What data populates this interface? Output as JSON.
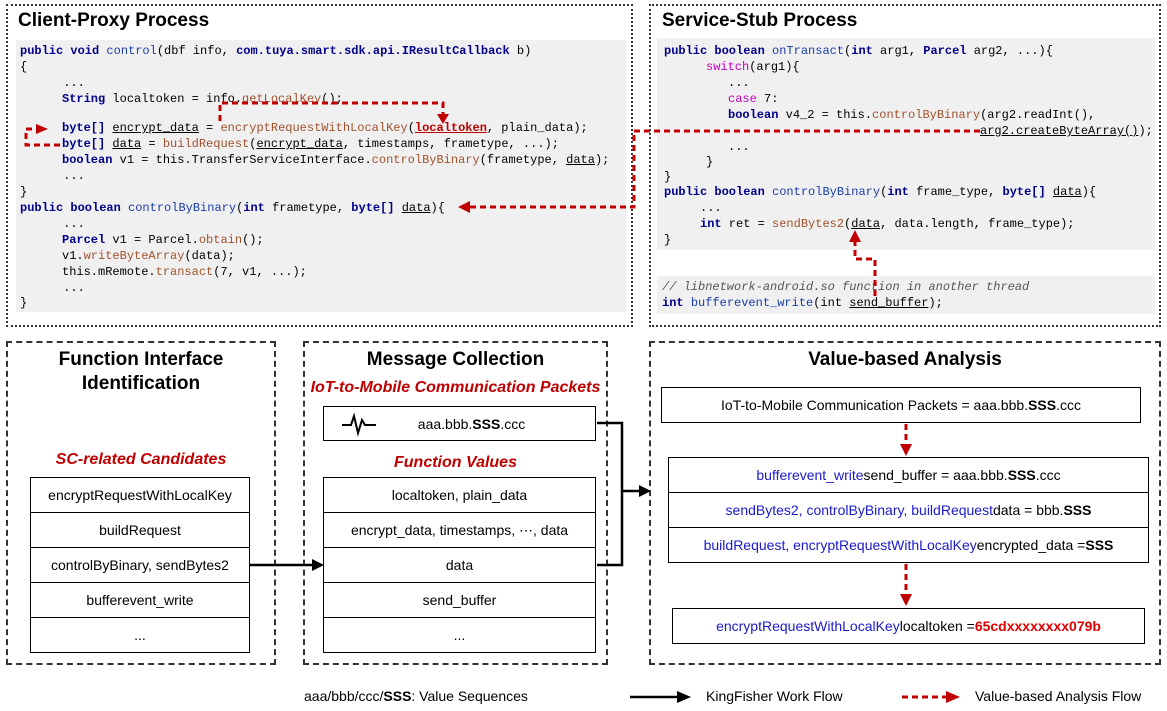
{
  "client_proxy": {
    "title": "Client-Proxy Process",
    "code": {
      "l1_kw1": "public void",
      "l1_fn": "control",
      "l1_a": "(dbf info, ",
      "l1_kw2": "com.tuya.smart.sdk.api.IResultCallback",
      "l1_b": " b)",
      "l2": "{",
      "l3": "      ...",
      "l4_kw": "String",
      "l4_a": " localtoken = info.",
      "l4_fn": "getLocalKey",
      "l4_b": "();",
      "l5_kw": "byte[]",
      "l5_sp": " ",
      "l5_u1": "encrypt_data",
      "l5_a": " = ",
      "l5_fn": "encryptRequestWithLocalKey",
      "l5_b": "(",
      "l5_u2": "localtoken",
      "l5_c": ", plain_data);",
      "l6_kw": "byte[]",
      "l6_sp": " ",
      "l6_u1": "data",
      "l6_a": " = ",
      "l6_fn": "buildRequest",
      "l6_b": "(",
      "l6_u2": "encrypt_data",
      "l6_c": ", timestamps, frametype, ...);",
      "l7_kw": "boolean",
      "l7_a": " v1 = this.TransferServiceInterface.",
      "l7_fn": "controlByBinary",
      "l7_b": "(frametype, ",
      "l7_u": "data",
      "l7_c": ");",
      "l8": "      ...",
      "l9": "}",
      "l10_kw": "public boolean",
      "l10_sp": " ",
      "l10_fn": "controlByBinary",
      "l10_a": "(",
      "l10_kw2": "int",
      "l10_b": " frametype, ",
      "l10_kw3": "byte[]",
      "l10_sp2": " ",
      "l10_u": "data",
      "l10_c": "){",
      "l11": "      ...",
      "l12_kw": "Parcel",
      "l12_a": " v1 = Parcel.",
      "l12_fn": "obtain",
      "l12_b": "();",
      "l13_a": "v1.",
      "l13_fn": "writeByteArray",
      "l13_b": "(data);",
      "l14_a": "this.mRemote.",
      "l14_fn": "transact",
      "l14_b": "(7, v1, ...);",
      "l15": "      ...",
      "l16": "}"
    }
  },
  "service_stub": {
    "title": "Service-Stub Process",
    "code": {
      "l1_kw": "public boolean",
      "l1_sp": " ",
      "l1_fn": "onTransact",
      "l1_a": "(",
      "l1_kw2": "int",
      "l1_b": " arg1, ",
      "l1_kw3": "Parcel",
      "l1_c": " arg2, ...){",
      "l2_cs": "switch",
      "l2_a": "(arg1){",
      "l3": "...",
      "l4_cs": "case",
      "l4_a": " 7:",
      "l5_kw": "boolean",
      "l5_a": " v4_2 = this.",
      "l5_fn": "controlByBinary",
      "l5_b": "(arg2.readInt(),",
      "l6_u": "arg2.createByteArray()",
      "l6_a": ");",
      "l7": "...",
      "l8": "}",
      "l9": "}",
      "l10_kw": "public boolean",
      "l10_sp": " ",
      "l10_fn": "controlByBinary",
      "l10_a": "(",
      "l10_kw2": "int",
      "l10_b": " frame_type, ",
      "l10_kw3": "byte[]",
      "l10_sp2": " ",
      "l10_u": "data",
      "l10_c": "){",
      "l11": "...",
      "l12_kw": "int",
      "l12_a": " ret = ",
      "l12_fn": "sendBytes2",
      "l12_b": "(",
      "l12_u": "data",
      "l12_c": ", data.length, frame_type);",
      "l13": "}",
      "l14_cm": "// libnetwork-android.so function in another thread",
      "l15_kw": "int",
      "l15_sp": " ",
      "l15_fn": "bufferevent_write",
      "l15_a": "(int ",
      "l15_u": "send_buffer",
      "l15_b": ");"
    }
  },
  "function_interface": {
    "title_line1": "Function Interface",
    "title_line2": "Identification",
    "candidates_title": "SC-related Candidates",
    "candidates": [
      "encryptRequestWithLocalKey",
      "buildRequest",
      "controlByBinary, sendBytes2",
      "bufferevent_write",
      "..."
    ]
  },
  "message_collection": {
    "title": "Message Collection",
    "packets_title": "IoT-to-Mobile Communication Packets",
    "packet_value_pre": "aaa.bbb.",
    "packet_value_bold": "SSS",
    "packet_value_post": ".ccc",
    "values_title": "Function Values",
    "values": [
      "localtoken, plain_data",
      "encrypt_data, timestamps, ⋯, data",
      "data",
      "send_buffer",
      "..."
    ]
  },
  "value_analysis": {
    "title": "Value-based Analysis",
    "row1_text": "IoT-to-Mobile Communication Packets = aaa.bbb.",
    "row1_bold": "SSS",
    "row1_post": ".ccc",
    "row2_blue": "bufferevent_write",
    "row2_text": " send_buffer = aaa.bbb.",
    "row2_bold": "SSS",
    "row2_post": ".ccc",
    "row3_blue": "sendBytes2, controlByBinary, buildRequest",
    "row3_text": " data = bbb.",
    "row3_bold": "SSS",
    "row4_blue": "buildRequest, encryptRequestWithLocalKey",
    "row4_text": " encrypted_data = ",
    "row4_bold": "SSS",
    "row5_blue": "encryptRequestWithLocalKey",
    "row5_text": " localtoken = ",
    "row5_red": "65cdxxxxxxxx079b"
  },
  "legend": {
    "seq_text": "aaa/bbb/ccc/",
    "seq_bold": "SSS",
    "seq_post": ": Value Sequences",
    "workflow": "KingFisher Work Flow",
    "analysis": "Value-based Analysis Flow"
  },
  "colors": {
    "red_flow": "#c00000",
    "blue_text": "#1a1acc",
    "code_bg": "#f0f0f0"
  }
}
